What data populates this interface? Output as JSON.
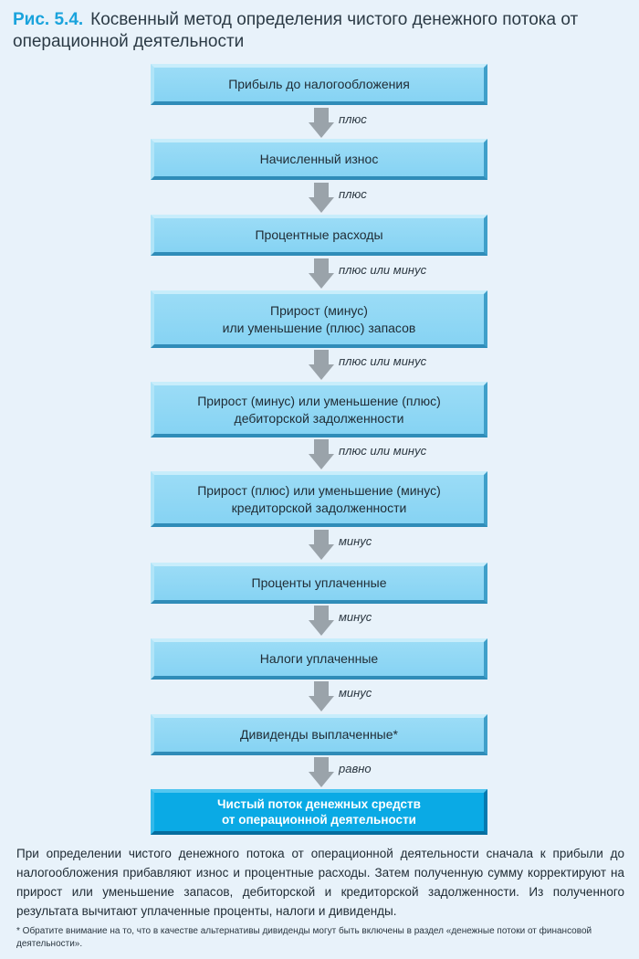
{
  "figure": {
    "label": "Рис. 5.4.",
    "title": "Косвенный метод определения чистого денежного потока от операционной деятельности"
  },
  "steps": [
    "Прибыль до налогообложения",
    "Начисленный износ",
    "Процентные расходы",
    "Прирост (минус)\nили уменьшение (плюс) запасов",
    "Прирост (минус) или уменьшение (плюс)\nдебиторской задолженности",
    "Прирост (плюс) или уменьшение (минус)\nкредиторской задолженности",
    "Проценты уплаченные",
    "Налоги уплаченные",
    "Дивиденды выплаченные*",
    "Чистый поток денежных средств\nот операционной деятельности"
  ],
  "connectors": [
    "плюс",
    "плюс",
    "плюс или минус",
    "плюс или минус",
    "плюс или минус",
    "минус",
    "минус",
    "минус",
    "равно"
  ],
  "paragraph": "При определении чистого денежного потока от операционной деятельности сначала к прибыли до налогообложения прибавляют износ и процентные расходы. Затем полученную сумму корректируют на прирост или уменьшение запасов, дебиторской и кредиторской задолженности. Из полученного результата вычитают уплаченные проценты, налоги и дивиденды.",
  "footnote": "* Обратите внимание на то, что в качестве альтернативы дивиденды могут быть включены в раздел «денежные потоки от финансовой деятельности».",
  "colors": {
    "step_fill": "#8fd7f4",
    "final_fill": "#0aaae5",
    "arrow": "#9aa3aa",
    "accent": "#1aa3dc"
  }
}
